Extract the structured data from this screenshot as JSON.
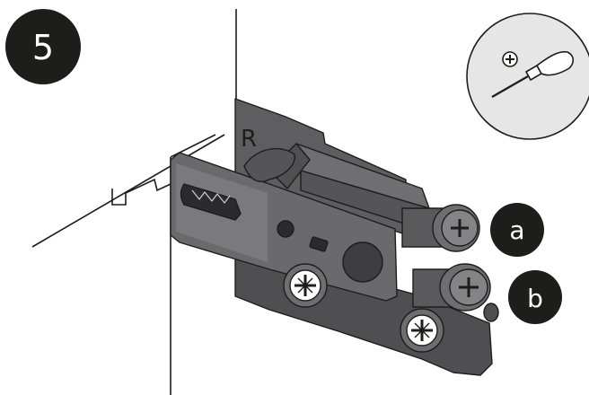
{
  "step": {
    "number": "5"
  },
  "callouts": [
    {
      "id": "a",
      "text": "a"
    },
    {
      "id": "b",
      "text": "b"
    }
  ],
  "bracket": {
    "side_mark": "R"
  },
  "tool": {
    "icon": "phillips-screwdriver-icon",
    "screw_icon": "phillips-screw-head-icon"
  },
  "colors": {
    "part_dark": "#4a4a4c",
    "part_mid": "#5e5e60",
    "part_light": "#7a7a7c",
    "badge": "#1d1d1b",
    "tool_circle": "#e6e6e6",
    "outline": "#1d1d1b"
  }
}
